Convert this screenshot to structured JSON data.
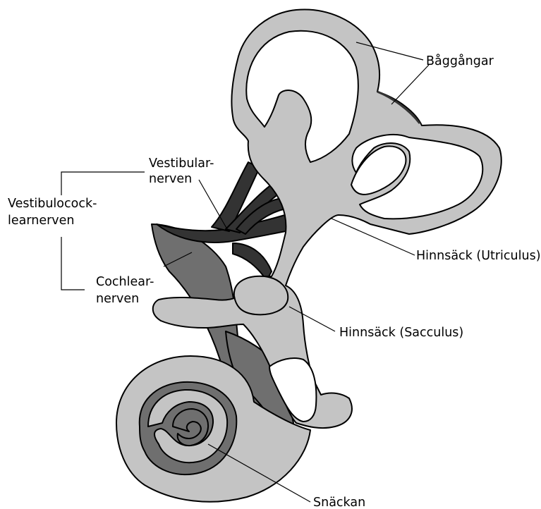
{
  "colors": {
    "membrane_light": "#c4c4c4",
    "cochlear_nerve": "#6f6f6f",
    "vestibular_nerve": "#333333",
    "outline": "#000000",
    "background": "#ffffff"
  },
  "labels": {
    "semicircular_canals": "Båggångar",
    "vestibular_nerve_line1": "Vestibular-",
    "vestibular_nerve_line2": "nerven",
    "vestibulocochlear_line1": "Vestibulocock-",
    "vestibulocochlear_line2": "learnerven",
    "utricle": "Hinnsäck (Utriculus)",
    "cochlear_nerve_line1": "Cochlear-",
    "cochlear_nerve_line2": "nerven",
    "saccule": "Hinnsäck (Sacculus)",
    "cochlea": "Snäckan"
  }
}
